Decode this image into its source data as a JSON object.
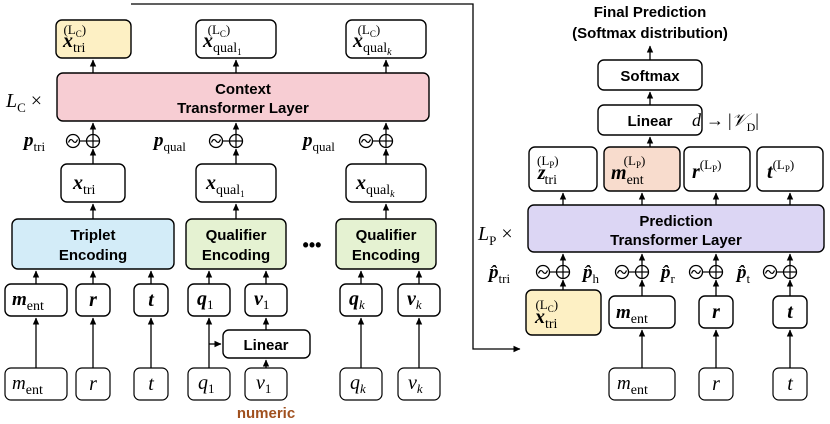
{
  "left": {
    "outputs": {
      "tri": {
        "base": "x",
        "sub": "tri",
        "sup": "(L",
        "sup2": "C",
        "sup3": ")"
      },
      "qual1": {
        "base": "x",
        "sub": "qual",
        "subsub": "1",
        "sup": "(L",
        "sup2": "C",
        "sup3": ")"
      },
      "qualk": {
        "base": "x",
        "sub": "qual",
        "subsub": "k",
        "sup": "(L",
        "sup2": "C",
        "sup3": ")"
      }
    },
    "context_layer": {
      "line1": "Context",
      "line2": "Transformer Layer"
    },
    "layer_count": {
      "base": "L",
      "sub": "C",
      "times": "×"
    },
    "pos": {
      "tri": {
        "base": "p",
        "sub": "tri"
      },
      "qual1": {
        "base": "p",
        "sub": "qual"
      },
      "qualk": {
        "base": "p",
        "sub": "qual"
      }
    },
    "x_mid": {
      "tri": {
        "base": "x",
        "sub": "tri"
      },
      "qual1": {
        "base": "x",
        "sub": "qual",
        "subsub": "1"
      },
      "qualk": {
        "base": "x",
        "sub": "qual",
        "subsub": "k"
      }
    },
    "triplet_encoding": {
      "line1": "Triplet",
      "line2": "Encoding"
    },
    "qualifier_encoding": {
      "line1": "Qualifier",
      "line2": "Encoding"
    },
    "ellipsis": "•••",
    "inputs_bold": {
      "m": {
        "base": "m",
        "sub": "ent"
      },
      "r": {
        "base": "r"
      },
      "t": {
        "base": "t"
      },
      "q1": {
        "base": "q",
        "sub": "1"
      },
      "v1": {
        "base": "v",
        "sub": "1"
      },
      "qk": {
        "base": "q",
        "sub": "k"
      },
      "vk": {
        "base": "v",
        "sub": "k"
      }
    },
    "linear": "Linear",
    "inputs_raw": {
      "m": {
        "base": "m",
        "sub": "ent"
      },
      "r": {
        "base": "r"
      },
      "t": {
        "base": "t"
      },
      "q1": {
        "base": "q",
        "sub": "1"
      },
      "v1": {
        "base": "v",
        "sub": "1"
      },
      "qk": {
        "base": "q",
        "sub": "k"
      },
      "vk": {
        "base": "v",
        "sub": "k"
      }
    },
    "numeric_label": "numeric"
  },
  "right": {
    "final_title_line1": "Final Prediction",
    "final_title_line2": "(Softmax distribution)",
    "softmax": "Softmax",
    "linear": "Linear",
    "linear_note": {
      "d": "d",
      "arrow": "→",
      "bar_open": "|",
      "V": "𝒱",
      "sub": "D",
      "bar_close": "|"
    },
    "outputs": {
      "z": {
        "base": "z",
        "sub": "tri",
        "sup": "(L",
        "sup2": "P",
        "sup3": ")"
      },
      "m": {
        "base": "m",
        "sub": "ent",
        "sup": "(L",
        "sup2": "P",
        "sup3": ")"
      },
      "r": {
        "base": "r",
        "sup": "(L",
        "sup2": "P",
        "sup3": ")"
      },
      "t": {
        "base": "t",
        "sup": "(L",
        "sup2": "P",
        "sup3": ")"
      }
    },
    "prediction_layer": {
      "line1": "Prediction",
      "line2": "Transformer Layer"
    },
    "layer_count": {
      "base": "L",
      "sub": "P",
      "times": "×"
    },
    "pos": {
      "tri": {
        "base": "p̂",
        "sub": "tri"
      },
      "h": {
        "base": "p̂",
        "sub": "h"
      },
      "r": {
        "base": "p̂",
        "sub": "r"
      },
      "t": {
        "base": "p̂",
        "sub": "t"
      }
    },
    "inputs_bold": {
      "x": {
        "base": "x",
        "sub": "tri",
        "sup": "(L",
        "sup2": "C",
        "sup3": ")"
      },
      "m": {
        "base": "m",
        "sub": "ent"
      },
      "r": {
        "base": "r"
      },
      "t": {
        "base": "t"
      }
    },
    "inputs_raw": {
      "m": {
        "base": "m",
        "sub": "ent"
      },
      "r": {
        "base": "r"
      },
      "t": {
        "base": "t"
      }
    }
  },
  "colors": {
    "yellow": "#fdf0c4",
    "pink": "#f7cdd3",
    "blue": "#d3ecf8",
    "green": "#e5f2d2",
    "purple": "#dcd6f4",
    "salmon": "#f8dccd",
    "numeric": "#a0501e"
  }
}
